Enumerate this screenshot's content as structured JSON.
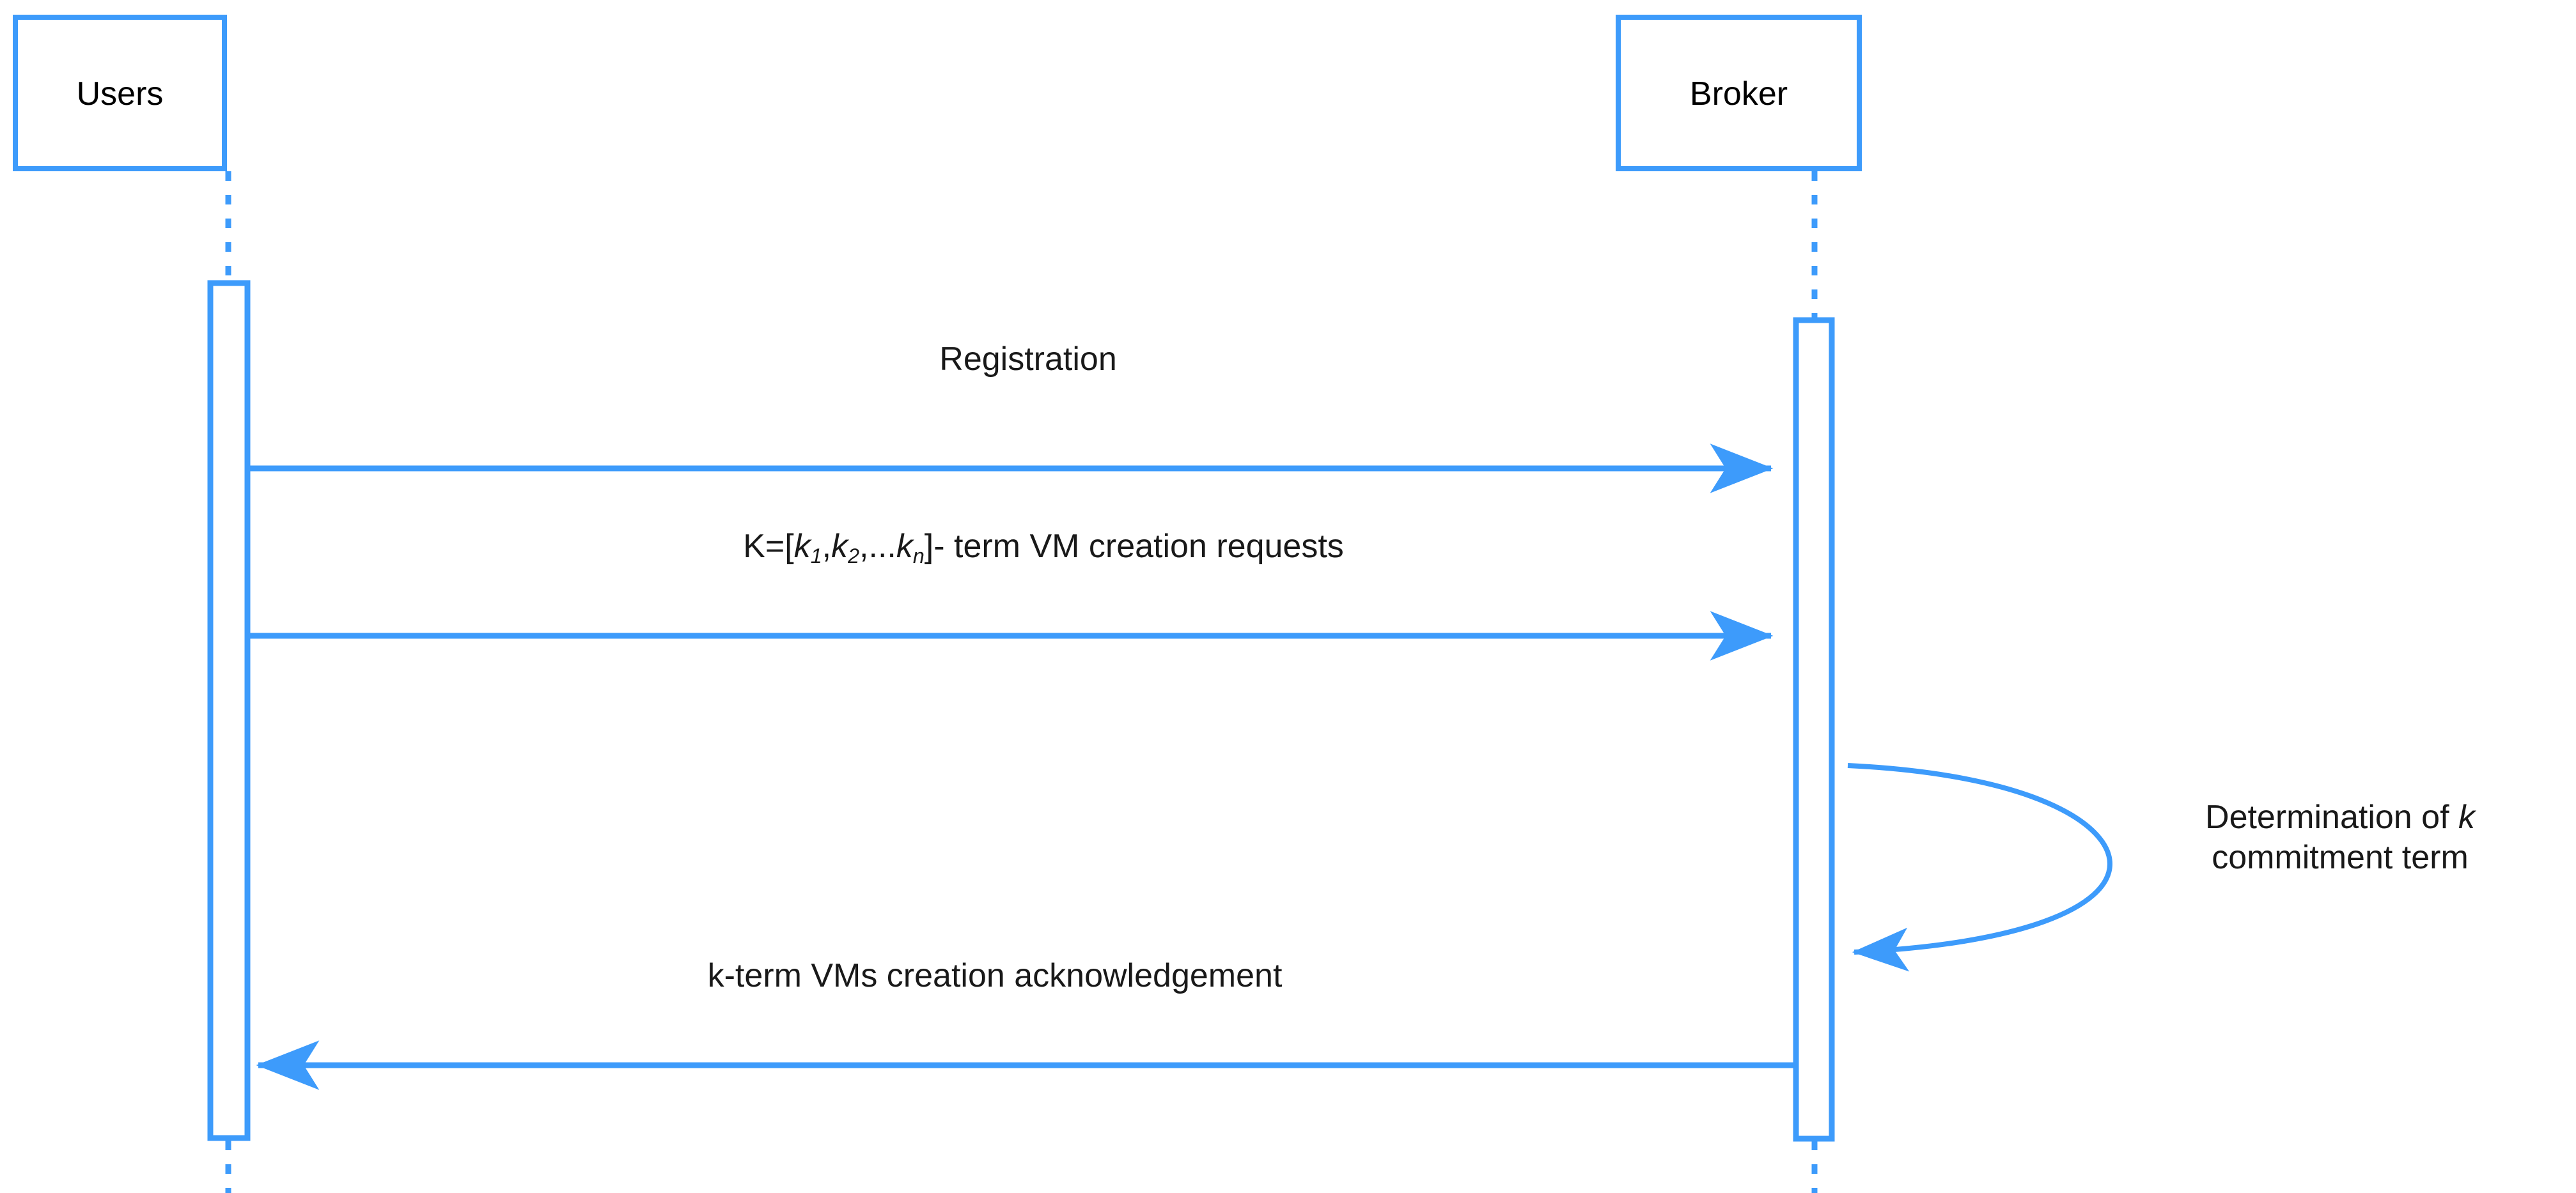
{
  "diagram": {
    "type": "sequence-diagram",
    "accent_color": "#3d9bfb",
    "text_color": "#191919",
    "background": "#ffffff",
    "participants": [
      {
        "id": "users",
        "label": "Users"
      },
      {
        "id": "broker",
        "label": "Broker"
      }
    ],
    "messages": [
      {
        "id": "registration",
        "label": "Registration",
        "from": "users",
        "to": "broker",
        "direction": "right",
        "style": "solid"
      },
      {
        "id": "vm-creation-requests",
        "label": "K=[k1,k2,...kn]- term VM creation requests",
        "label_parts": {
          "prefix": "K=[",
          "k1_base": "k",
          "k1_sub": "1",
          "sep1": ",",
          "k2_base": "k",
          "k2_sub": "2",
          "sep2": ",...",
          "kn_base": "k",
          "kn_sub": "n",
          "suffix": "]- term VM creation requests"
        },
        "from": "users",
        "to": "broker",
        "direction": "right",
        "style": "solid"
      },
      {
        "id": "ack",
        "label": "k-term VMs creation acknowledgement",
        "from": "broker",
        "to": "users",
        "direction": "left",
        "style": "solid"
      }
    ],
    "self_message": {
      "id": "determination-of-k",
      "on": "broker",
      "note_line1_prefix": "Determination of ",
      "note_line1_italic": "k",
      "note_line2": "commitment term"
    }
  }
}
